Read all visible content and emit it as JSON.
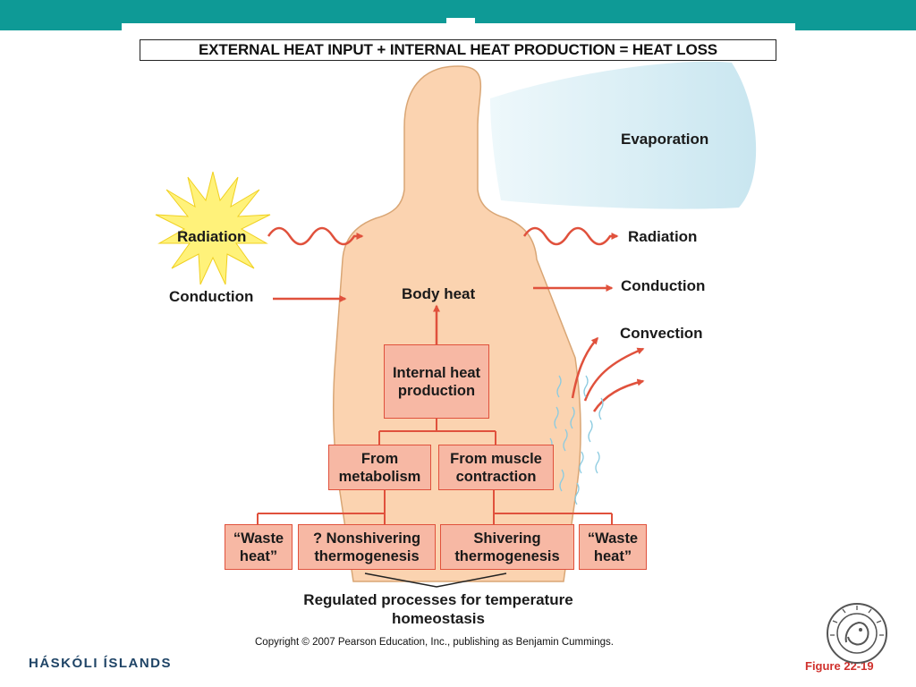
{
  "heading": "EXTERNAL HEAT INPUT + INTERNAL HEAT PRODUCTION = HEAT LOSS",
  "labels": {
    "evaporation": "Evaporation",
    "radiation_in": "Radiation",
    "radiation_out": "Radiation",
    "conduction_in": "Conduction",
    "conduction_out": "Conduction",
    "convection": "Convection",
    "body_heat": "Body heat"
  },
  "boxes": {
    "internal": "Internal heat production",
    "metabolism": "From metabolism",
    "muscle": "From muscle contraction",
    "waste_left": "“Waste heat”",
    "nonshivering": "? Nonshivering thermogenesis",
    "shivering": "Shivering thermogenesis",
    "waste_right": "“Waste heat”"
  },
  "regulated": "Regulated processes for temperature homeostasis",
  "copyright": "Copyright © 2007 Pearson Education, Inc., publishing as Benjamin Cummings.",
  "footer": {
    "university": "HÁSKÓLI ÍSLANDS",
    "figure": "Figure 22-19"
  },
  "colors": {
    "header_bar": "#0e9a96",
    "body_fill": "#fbd3b0",
    "box_fill": "#f7b8a4",
    "arrow": "#e0513c",
    "sun": "#fff27a",
    "evaporation_cloud": "#d9eef5",
    "figure_label": "#d0312d",
    "university_label": "#1f4466"
  },
  "icons": [
    "sun-icon",
    "university-seal-icon"
  ]
}
